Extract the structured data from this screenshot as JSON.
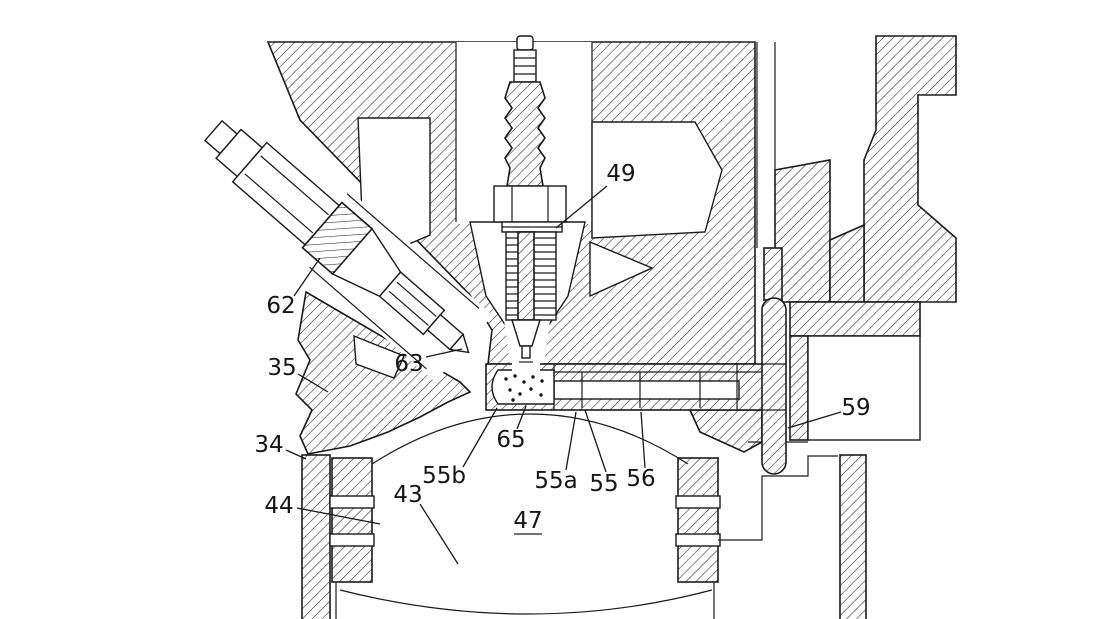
{
  "figure": {
    "kind": "patent cross-section drawing",
    "background_color": "#ffffff",
    "line_color": "#1a1a1a"
  },
  "labels": {
    "n34": "34",
    "n35": "35",
    "n43": "43",
    "n44": "44",
    "n47": "47",
    "n49": "49",
    "n55": "55",
    "n55a": "55a",
    "n55b": "55b",
    "n56": "56",
    "n59": "59",
    "n62": "62",
    "n63": "63",
    "n65": "65"
  }
}
